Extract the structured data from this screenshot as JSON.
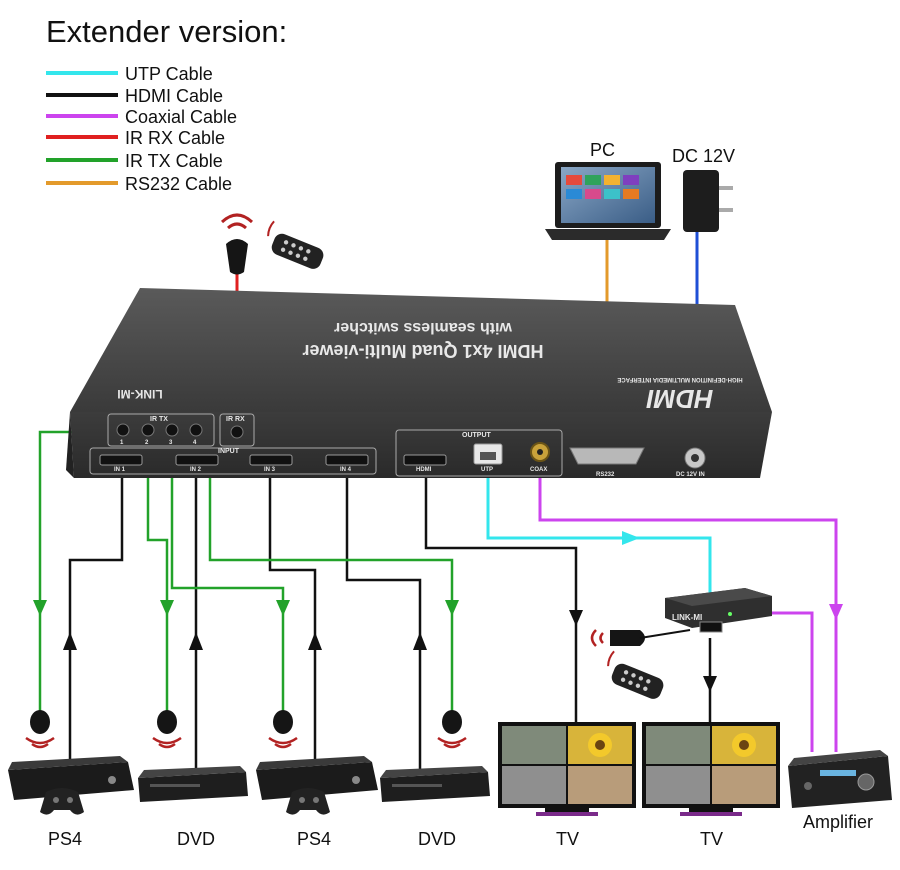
{
  "title": "Extender version:",
  "legend": [
    {
      "label": "UTP Cable",
      "color": "#33e6ec"
    },
    {
      "label": "HDMI Cable",
      "color": "#111111"
    },
    {
      "label": "Coaxial Cable",
      "color": "#cc44ee"
    },
    {
      "label": "IR RX Cable",
      "color": "#e02020"
    },
    {
      "label": "IR TX Cable",
      "color": "#22a22a"
    },
    {
      "label": "RS232 Cable",
      "color": "#e39a2b"
    }
  ],
  "top_devices": {
    "pc": "PC",
    "power": "DC 12V"
  },
  "switcher": {
    "brand": "LINK-MI",
    "logo": "HDMI",
    "logo_sub": "HIGH-DEFINITION MULTIMEDIA INTERFACE",
    "title_line1": "HDMI 4x1 Quad Multi-viewer",
    "title_line2": "with seamless switcher",
    "ir_tx": "IR TX",
    "ir_rx": "IR RX",
    "ir_ports": [
      "1",
      "2",
      "3",
      "4"
    ],
    "input": "INPUT",
    "inputs": [
      "IN 1",
      "IN 2",
      "IN 3",
      "IN 4"
    ],
    "output": "OUTPUT",
    "out_hdmi": "HDMI",
    "out_utp": "UTP",
    "out_coax": "COAX",
    "rs232": "RS232",
    "dc_in": "DC 12V IN"
  },
  "extender": {
    "brand": "LINK-MI"
  },
  "bottom_devices": [
    "PS4",
    "DVD",
    "PS4",
    "DVD",
    "TV",
    "TV",
    "Amplifier"
  ]
}
